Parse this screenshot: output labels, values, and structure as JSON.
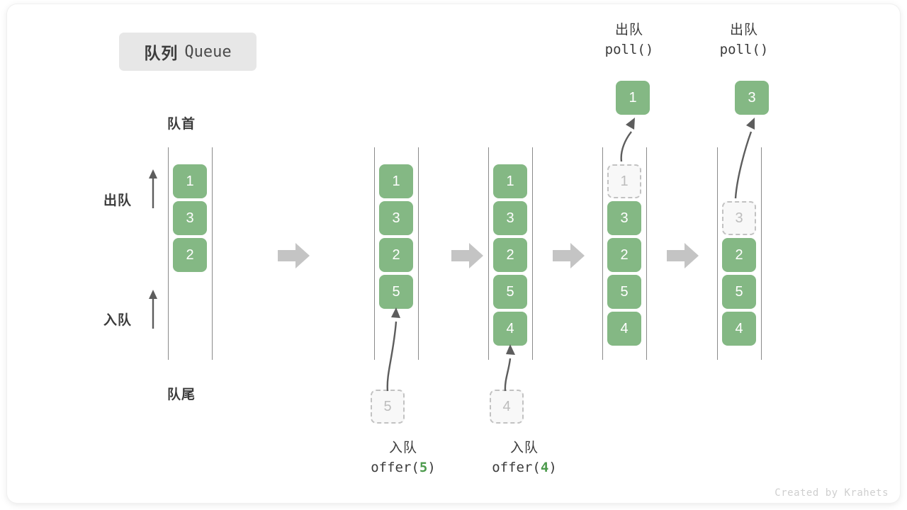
{
  "title": {
    "cn": "队列",
    "en": "Queue"
  },
  "annotations": {
    "head": "队首",
    "tail": "队尾",
    "dequeue": "出队",
    "enqueue": "入队"
  },
  "watermark": "Created by Krahets",
  "colors": {
    "cell_fill": "#84b884",
    "cell_text": "#ffffff",
    "ghost_fill": "#f8f8f8",
    "ghost_border": "#c2c2c2",
    "ghost_text": "#bdbdbd",
    "rail": "#8a8a8a",
    "step_arrow": "#c4c4c4",
    "badge_bg": "#e7e7e7",
    "accent_green": "#4c9a4c",
    "text": "#3b3b3b"
  },
  "operations": [
    {
      "id": "op-offer-5",
      "line1": "入队",
      "line2_pre": "offer(",
      "line2_num": "5",
      "line2_post": ")"
    },
    {
      "id": "op-offer-4",
      "line1": "入队",
      "line2_pre": "offer(",
      "line2_num": "4",
      "line2_post": ")"
    },
    {
      "id": "op-poll-1",
      "line1": "出队",
      "line2_pre": "poll()",
      "line2_num": "",
      "line2_post": ""
    },
    {
      "id": "op-poll-2",
      "line1": "出队",
      "line2_pre": "poll()",
      "line2_num": "",
      "line2_post": ""
    }
  ],
  "columns": [
    {
      "id": "queue-state-initial",
      "cells": [
        {
          "value": "1",
          "state": "filled"
        },
        {
          "value": "3",
          "state": "filled"
        },
        {
          "value": "2",
          "state": "filled"
        }
      ],
      "incoming": null,
      "popped": null
    },
    {
      "id": "queue-state-after-offer-5",
      "cells": [
        {
          "value": "1",
          "state": "filled"
        },
        {
          "value": "3",
          "state": "filled"
        },
        {
          "value": "2",
          "state": "filled"
        },
        {
          "value": "5",
          "state": "filled"
        }
      ],
      "incoming": {
        "value": "5"
      },
      "popped": null
    },
    {
      "id": "queue-state-after-offer-4",
      "cells": [
        {
          "value": "1",
          "state": "filled"
        },
        {
          "value": "3",
          "state": "filled"
        },
        {
          "value": "2",
          "state": "filled"
        },
        {
          "value": "5",
          "state": "filled"
        },
        {
          "value": "4",
          "state": "filled"
        }
      ],
      "incoming": {
        "value": "4"
      },
      "popped": null
    },
    {
      "id": "queue-state-after-poll-1",
      "cells": [
        {
          "value": "1",
          "state": "ghost"
        },
        {
          "value": "3",
          "state": "filled"
        },
        {
          "value": "2",
          "state": "filled"
        },
        {
          "value": "5",
          "state": "filled"
        },
        {
          "value": "4",
          "state": "filled"
        }
      ],
      "incoming": null,
      "popped": {
        "value": "1"
      }
    },
    {
      "id": "queue-state-after-poll-2",
      "cells": [
        {
          "value": "",
          "state": "empty"
        },
        {
          "value": "3",
          "state": "ghost"
        },
        {
          "value": "2",
          "state": "filled"
        },
        {
          "value": "5",
          "state": "filled"
        },
        {
          "value": "4",
          "state": "filled"
        }
      ],
      "incoming": null,
      "popped": {
        "value": "3"
      }
    }
  ]
}
